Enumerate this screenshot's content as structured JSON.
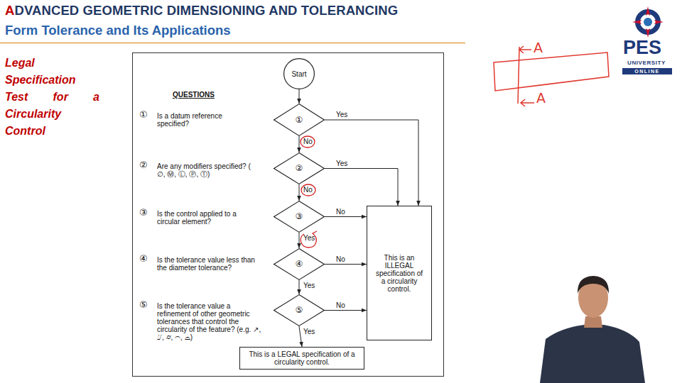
{
  "diagram": {
    "title": "ADVANCED GEOMETRIC DIMENSIONING AND TOLERANCING",
    "nodes": [
      {
        "text": [
          "Start"
        ]
      },
      {
        "text": [
          "①"
        ]
      },
      {
        "text": [
          "②"
        ]
      },
      {
        "text": [
          "③"
        ]
      },
      {
        "text": [
          "④"
        ]
      },
      {
        "text": [
          "⑤"
        ]
      },
      {
        "text": [
          "This is an ILLEGAL specification of a circularity control."
        ]
      },
      {
        "text": [
          "This is a LEGAL specification of a circularity control."
        ]
      }
    ],
    "edges": [
      {
        "from": 0,
        "to": 1,
        "arrow": "to"
      },
      {
        "from": 1,
        "to": 6,
        "label": "Yes",
        "arrow": "to"
      },
      {
        "from": 1,
        "to": 2,
        "label": "No",
        "arrow": "to"
      },
      {
        "from": 2,
        "to": 6,
        "label": "Yes",
        "arrow": "to"
      },
      {
        "from": 2,
        "to": 3,
        "label": "No",
        "arrow": "to"
      },
      {
        "from": 3,
        "to": 6,
        "label": "No",
        "arrow": "to"
      },
      {
        "from": 3,
        "to": 4,
        "label": "Yes",
        "arrow": "to"
      },
      {
        "from": 4,
        "to": 6,
        "label": "No",
        "arrow": "to"
      },
      {
        "from": 4,
        "to": 5,
        "label": "Yes",
        "arrow": "to"
      },
      {
        "from": 5,
        "to": 6,
        "label": "No",
        "arrow": "to"
      },
      {
        "from": 5,
        "to": 7,
        "label": "Yes",
        "arrow": "to"
      }
    ],
    "labels": [
      "Form Tolerance and Its Applications",
      "Legal Specification Test for a Circularity Control",
      "QUESTIONS",
      "①",
      "Is a datum reference specified?",
      "②",
      "Are any modifiers specified? ( ∅, Ⓜ, Ⓛ, Ⓟ, Ⓣ)",
      "③",
      "Is the control applied to a circular element?",
      "④",
      "Is the tolerance value less than the diameter tolerance?",
      "⑤",
      "Is the tolerance value a refinement of other geometric tolerances that control the circularity of the feature? (e.g. ↗, ⌰, ⌭, ⌒, ⌓)",
      "A",
      "A",
      "PES",
      "UNIVERSITY",
      "ONLINE"
    ]
  }
}
